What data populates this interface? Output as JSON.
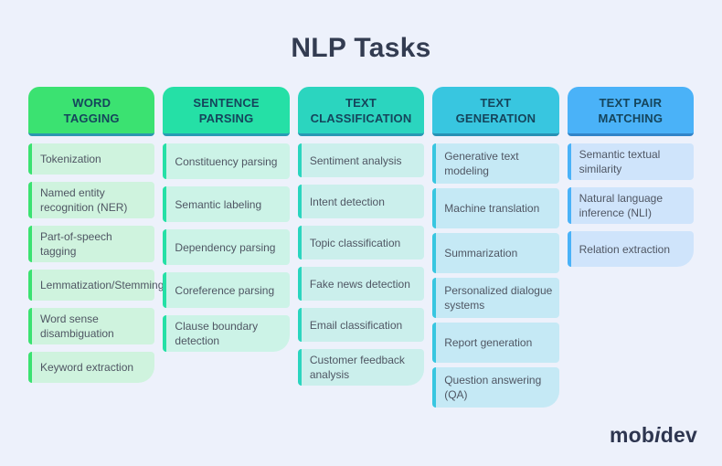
{
  "title": "NLP Tasks",
  "logo": {
    "pre": "mob",
    "i": "i",
    "post": "dev"
  },
  "colors": {
    "background": "#EDF1FB",
    "title_text": "#333C51",
    "header_text": "#15455C",
    "item_text": "#4F5663",
    "logo_text": "#2E3650"
  },
  "columns": [
    {
      "header": {
        "line1": "WORD",
        "line2": "TAGGING"
      },
      "accent": "#3BE271",
      "item_bg": "#CFF3DE",
      "edge": "#2C97B0",
      "items": [
        "Tokenization",
        "Named entity recognition (NER)",
        "Part-of-speech tagging",
        "Lemmatization/Stemming",
        "Word sense disambiguation",
        "Keyword extraction"
      ]
    },
    {
      "header": {
        "line1": "SENTENCE",
        "line2": "PARSING"
      },
      "accent": "#25E0A6",
      "item_bg": "#CCF3E7",
      "edge": "#289BB4",
      "items": [
        "Constituency parsing",
        "Semantic labeling",
        "Dependency parsing",
        "Coreference parsing",
        "Clause boundary detection"
      ]
    },
    {
      "header": {
        "line1": "TEXT",
        "line2": "CLASSIFICATION"
      },
      "accent": "#2BD5BF",
      "item_bg": "#CBEFEC",
      "edge": "#2898B4",
      "items": [
        "Sentiment analysis",
        "Intent detection",
        "Topic classification",
        "Fake news detection",
        "Email classification",
        "Customer feedback analysis"
      ]
    },
    {
      "header": {
        "line1": "TEXT",
        "line2": "GENERATION"
      },
      "accent": "#38C6E0",
      "item_bg": "#C5E9F5",
      "edge": "#2791B4",
      "items": [
        "Generative text modeling",
        "Machine translation",
        "Summarization",
        "Personalized dialogue systems",
        "Report generation",
        "Question answering (QA)"
      ]
    },
    {
      "header": {
        "line1": "TEXT PAIR",
        "line2": "MATCHING"
      },
      "accent": "#4AB2F8",
      "item_bg": "#CFE4FB",
      "edge": "#3184C8",
      "items": [
        "Semantic textual similarity",
        "Natural language inference (NLI)",
        "Relation extraction"
      ]
    }
  ]
}
